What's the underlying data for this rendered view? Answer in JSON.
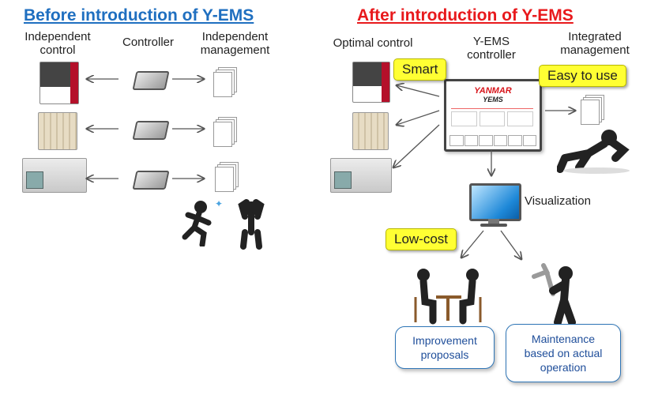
{
  "left": {
    "title": "Before introduction of Y-EMS",
    "col_independent_control": "Independent\ncontrol",
    "col_controller": "Controller",
    "col_independent_management": "Independent\nmanagement"
  },
  "right": {
    "title": "After introduction of Y-EMS",
    "col_optimal_control": "Optimal control",
    "col_controller": "Y-EMS\ncontroller",
    "col_integrated_management": "Integrated\nmanagement",
    "tag_smart": "Smart",
    "tag_easy": "Easy to use",
    "tag_lowcost": "Low-cost",
    "visualization": "Visualization",
    "bubble_improvement": "Improvement\nproposals",
    "bubble_maintenance": "Maintenance\nbased on actual\noperation",
    "screen_brand": "YANMAR",
    "screen_title": "YEMS"
  },
  "colors": {
    "left_title": "#1f6fc0",
    "right_title": "#e8191c",
    "tag": "#ffff33",
    "bubble_border": "#2e75b6",
    "bubble_text": "#1f4e9a"
  }
}
